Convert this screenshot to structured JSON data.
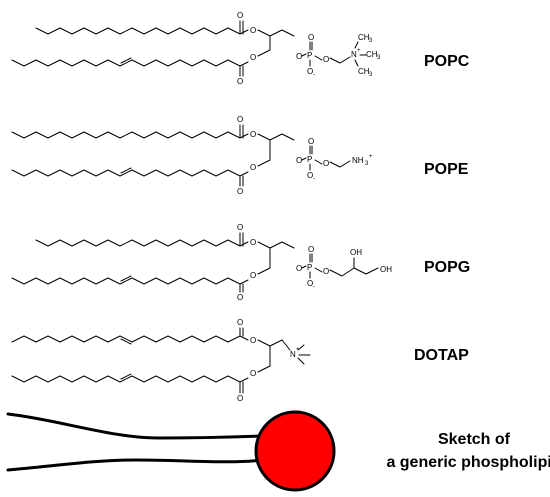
{
  "lipids": [
    {
      "name": "POPC"
    },
    {
      "name": "POPE"
    },
    {
      "name": "POPG"
    },
    {
      "name": "DOTAP"
    }
  ],
  "atoms": {
    "O": "O",
    "P": "P",
    "O_minus": "O",
    "minus": "-",
    "plus": "+",
    "N": "N",
    "CH3": "CH",
    "sub3": "3",
    "NH3": "NH",
    "OH": "OH"
  },
  "sketch": {
    "line1": "Sketch of",
    "line2": "a generic phospholipid",
    "head_color": "#ff0000"
  }
}
